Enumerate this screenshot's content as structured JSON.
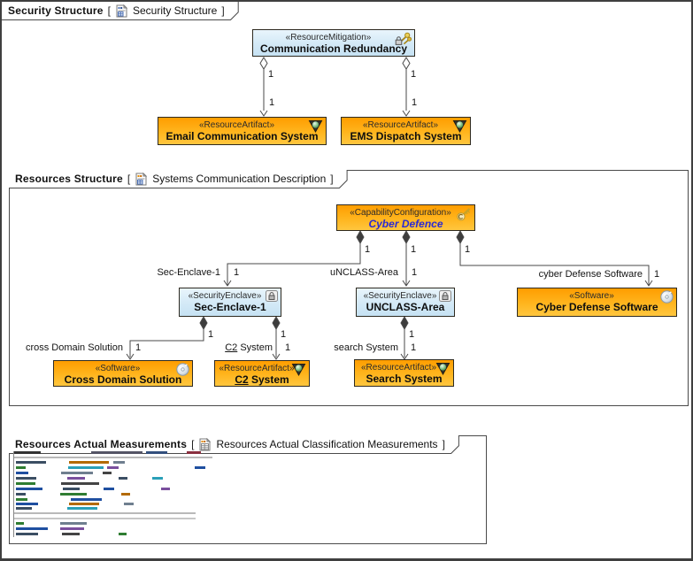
{
  "chrome": {
    "bracket_open": "[",
    "bracket_close": "]"
  },
  "frames": {
    "security_structure": {
      "title": "Security Structure",
      "diagram_name": "Security Structure"
    },
    "resources_structure": {
      "title": "Resources Structure",
      "diagram_name": "Systems Communication Description"
    },
    "resources_measurements": {
      "title": "Resources Actual Measurements",
      "diagram_name": "Resources Actual Classification Measurements"
    }
  },
  "nodes": {
    "communication_redundancy": {
      "stereotype": "«ResourceMitigation»",
      "name": "Communication Redundancy"
    },
    "email_communication_system": {
      "stereotype": "«ResourceArtifact»",
      "name": "Email Communication System"
    },
    "ems_dispatch_system": {
      "stereotype": "«ResourceArtifact»",
      "name": "EMS Dispatch System"
    },
    "cyber_defence": {
      "stereotype": "«CapabilityConfiguration»",
      "name": "Cyber Defence"
    },
    "sec_enclave_1": {
      "stereotype": "«SecurityEnclave»",
      "name": "Sec-Enclave-1"
    },
    "unclass_area": {
      "stereotype": "«SecurityEnclave»",
      "name": "UNCLASS-Area"
    },
    "cyber_defense_software": {
      "stereotype": "«Software»",
      "name": "Cyber Defense Software"
    },
    "cross_domain_solution": {
      "stereotype": "«Software»",
      "name": "Cross Domain Solution"
    },
    "c2_system": {
      "stereotype": "«ResourceArtifact»",
      "name_underlined": "C2",
      "name_rest": " System"
    },
    "search_system": {
      "stereotype": "«ResourceArtifact»",
      "name": "Search System"
    }
  },
  "edge_labels": {
    "mult_one": "1",
    "sec_enclave_role": "Sec-Enclave-1",
    "unclass_role": "uNCLASS-Area",
    "cyber_software_role": "cyber Defense Software",
    "cross_domain_role": "cross Domain Solution",
    "c2_role_underlined": "C2",
    "c2_role_rest": " System",
    "search_role": "search System"
  },
  "icons": {
    "tab_security": "diagram-document-icon",
    "tab_resources": "diagram-document-icon",
    "tab_measurements": "table-document-icon",
    "resource_mitigation": "keys-and-padlock-icon",
    "resource_artifact": "plumb-shield-icon",
    "security_enclave": "padlock-badge-icon",
    "capability_configuration": "key-clock-icon",
    "software": "cd-disc-icon"
  },
  "colors": {
    "node_orange_top": "#ff9d00",
    "node_orange_bottom": "#ffc63f",
    "node_blue": "#cfe7f6",
    "capability_name": "#2a2ad4",
    "frame_border": "#4a4a4a",
    "connector": "#4a4a4a"
  }
}
